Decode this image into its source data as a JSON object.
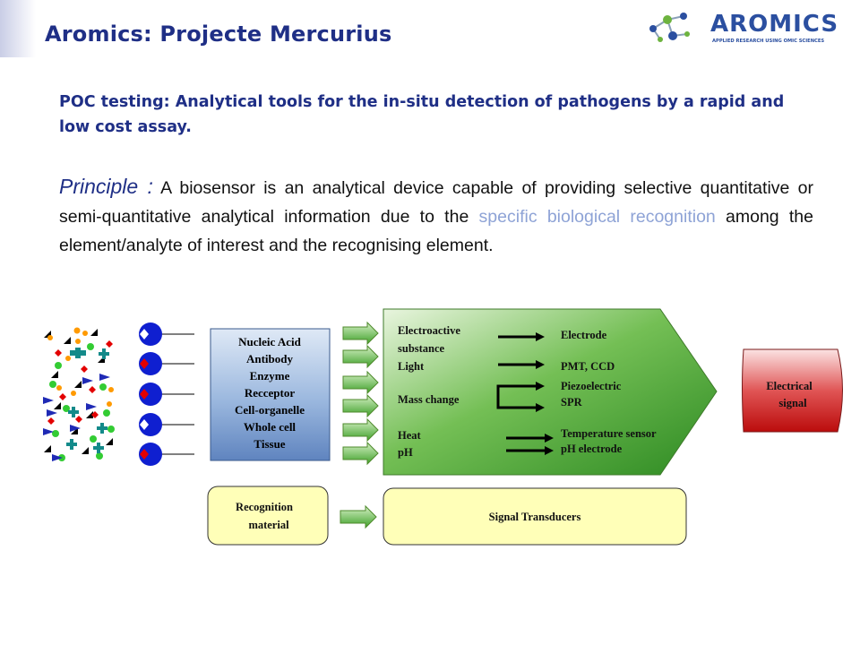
{
  "header": {
    "title": "Aromics: Projecte Mercurius",
    "logo_text": "AROMICS",
    "logo_tagline": "APPLIED RESEARCH USING OMIC SCIENCES"
  },
  "intro": {
    "poc_heading": "POC testing: Analytical tools for the in-situ detection of pathogens by a rapid and low cost assay.",
    "principle_lead": "Principle :",
    "principle_part1": "A biosensor is an analytical device capable of providing selective quantitative or semi-quantitative analytical information due to the",
    "principle_highlight": "specific biological recognition",
    "principle_part2": "among the element/analyte of interest and the recognising element."
  },
  "diagram": {
    "recognition_elements": [
      "Nucleic Acid",
      "Antibody",
      "Enzyme",
      "Recceptor",
      "Cell-organelle",
      "Whole cell",
      "Tissue"
    ],
    "signals": [
      "Electroactive",
      "substance",
      "Light",
      "Mass change",
      "Heat",
      "pH"
    ],
    "transducers": [
      "Electrode",
      "PMT, CCD",
      "Piezoelectric",
      "SPR",
      "Temperature sensor",
      "pH electrode"
    ],
    "output": [
      "Electrical",
      "signal"
    ],
    "recognition_material": [
      "Recognition",
      "material"
    ],
    "signal_transducers_label": "Signal Transducers"
  },
  "colors": {
    "title": "#1f2f86",
    "highlight": "#8ea3d6",
    "green_box": "#4fa336",
    "blue_box": "#8faed6",
    "red_signal": "#cc1111",
    "yellow_box": "#ffffb8"
  }
}
